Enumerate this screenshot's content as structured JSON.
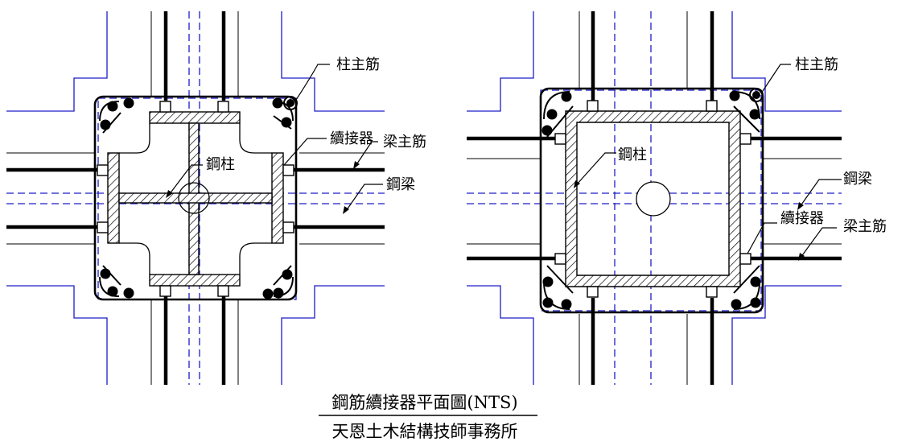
{
  "labels": {
    "col_main_bar": "柱主筋",
    "coupler": "續接器",
    "beam_main_bar": "梁主筋",
    "steel_column": "鋼柱",
    "steel_beam": "鋼梁"
  },
  "title": {
    "main": "鋼筋續接器平面圖(NTS)",
    "firm": "天恩土木結構技師事務所"
  },
  "colors": {
    "outline": "#1d1dc8",
    "ink": "#000000"
  }
}
